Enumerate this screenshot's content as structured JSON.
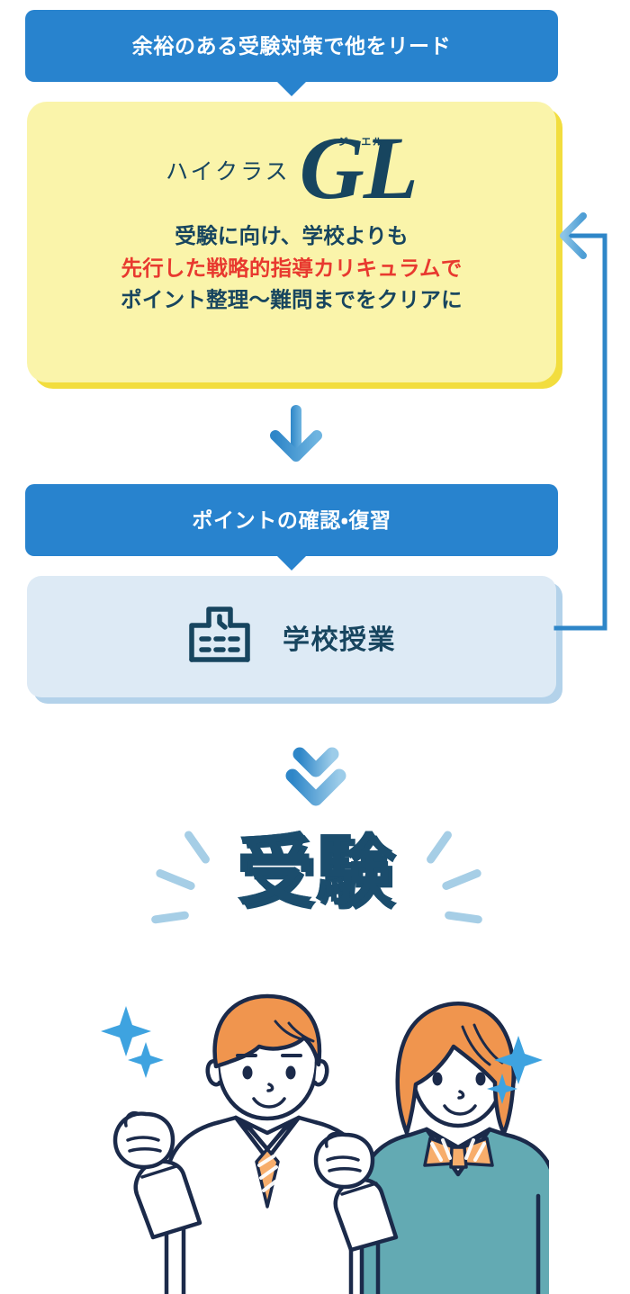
{
  "banner_top": {
    "text": "余裕のある受験対策で他をリード",
    "bg_color": "#2883ce",
    "text_color": "#ffffff"
  },
  "gl_card": {
    "bg_color": "#faf4aa",
    "shadow_color": "#f2dd3e",
    "prefix_label": "ハイクラス",
    "ruby_label": "ジーエル",
    "logo_text": "GL",
    "logo_color": "#17455f",
    "description_lines": [
      {
        "text": "受験に向け、学校よりも",
        "color": "#17455f",
        "highlight": false
      },
      {
        "text": "先行した戦略的指導カリキュラムで",
        "color": "#e8392f",
        "highlight": true
      },
      {
        "text": "ポイント整理〜難問までをクリアに",
        "color": "#17455f",
        "highlight": false
      }
    ]
  },
  "arrow_down": {
    "icon": "arrow-down-icon",
    "color_dark": "#2e86c8",
    "color_light": "#6eb4e0"
  },
  "banner_mid": {
    "text": "ポイントの確認・復習",
    "bg_color": "#2883ce",
    "text_color": "#ffffff"
  },
  "school_card": {
    "bg_color": "#ddeaf5",
    "shadow_color": "#b3d2ea",
    "icon": "school-building-icon",
    "icon_color": "#17455f",
    "label": "学校授業",
    "label_color": "#17455f"
  },
  "loop_arrow": {
    "icon": "loop-back-arrow-icon",
    "color": "#2e86c8",
    "description": "学校授業からハイクラスGLへ戻る矢印"
  },
  "chevrons": {
    "icon": "double-chevron-down-icon",
    "color_dark": "#2e86c8",
    "color_light": "#8cc4e6"
  },
  "exam_headline": {
    "text": "受験",
    "fill_color": "#1b4d6d",
    "stroke_color": "#ffffff",
    "spark_color": "#a6cee6",
    "spark_count_per_side": 3
  },
  "illustration": {
    "name": "two-students-celebrating-illustration",
    "background": "#ffffff",
    "characters": [
      {
        "name": "boy-student",
        "hair_color": "#f0954e",
        "uniform_color": "#ffffff",
        "tie_color": "#f5a962",
        "pose": "fist-pump"
      },
      {
        "name": "girl-student",
        "hair_color": "#f0954e",
        "vest_color": "#63aab3",
        "ribbon_color": "#f5a962",
        "pose": "fist-pump"
      }
    ],
    "sparkles": {
      "color": "#3ea3e0",
      "count": 4
    },
    "outline_color": "#1b2a4a"
  }
}
